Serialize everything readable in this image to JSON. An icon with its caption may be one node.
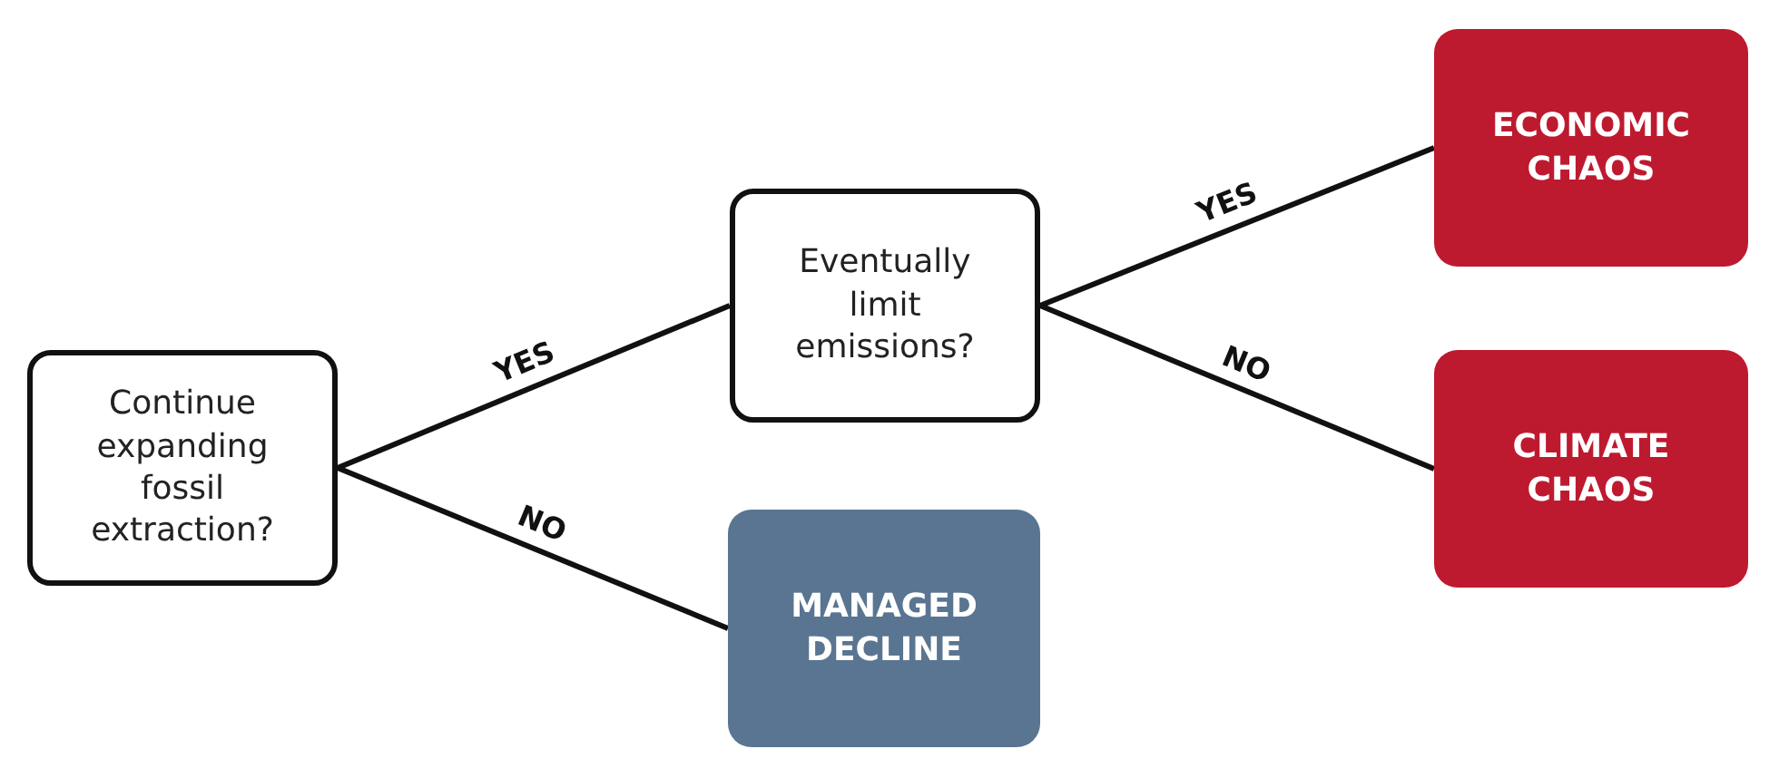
{
  "diagram": {
    "nodes": [
      {
        "text": [
          "Continue expanding fossil extraction?"
        ]
      },
      {
        "text": [
          "Eventually limit emissions?"
        ]
      },
      {
        "text": [
          "ECONOMIC CHAOS"
        ]
      },
      {
        "text": [
          "CLIMATE CHAOS"
        ]
      },
      {
        "text": [
          "MANAGED DECLINE"
        ]
      }
    ],
    "edges": [
      {
        "from": 0,
        "to": 1,
        "arrow": "none",
        "label": "YES"
      },
      {
        "from": 0,
        "to": 4,
        "arrow": "none",
        "label": "NO"
      },
      {
        "from": 1,
        "to": 2,
        "arrow": "none",
        "label": "YES"
      },
      {
        "from": 1,
        "to": 3,
        "arrow": "none",
        "label": "NO"
      }
    ]
  }
}
